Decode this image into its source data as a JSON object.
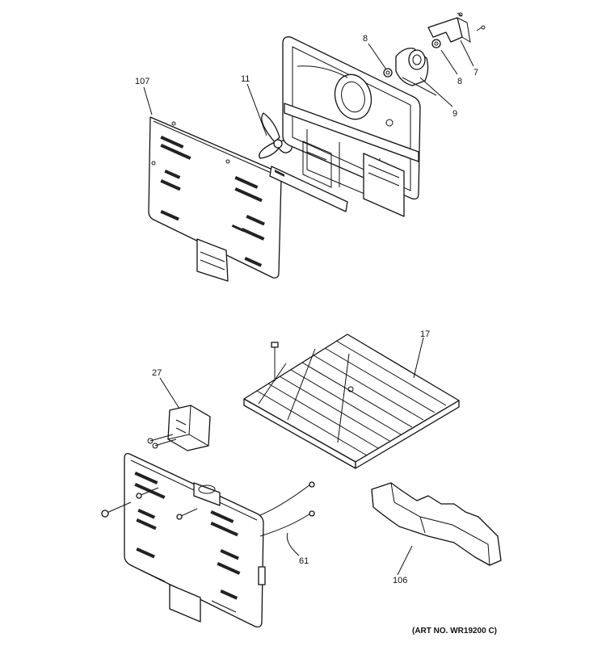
{
  "callouts": {
    "c107": "107",
    "c11": "11",
    "c8a": "8",
    "c8b": "8",
    "c7": "7",
    "c9": "9",
    "c17": "17",
    "c27": "27",
    "c61": "61",
    "c106": "106"
  },
  "art_number": "(ART NO. WR19200 C)"
}
